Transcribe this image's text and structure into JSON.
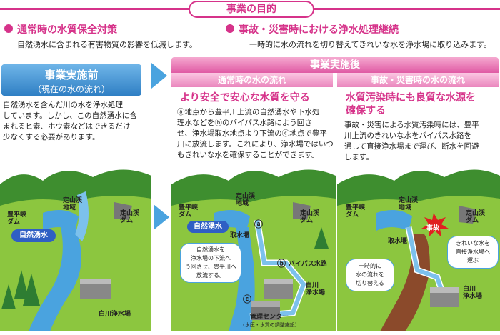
{
  "header": {
    "title": "事業の目的"
  },
  "left_purpose": {
    "heading": "通常時の水質保全対策",
    "desc": "自然湧水に含まれる有害物質の影響を低減します。"
  },
  "right_purpose": {
    "heading": "事故・災害時における浄水処理継続",
    "desc": "一時的に水の流れを切り替えてきれいな水を浄水場に取り込みます。"
  },
  "before": {
    "title": "事業実施前",
    "subtitle": "（現在の水の流れ）",
    "lines": [
      "自然湧水を含んだ川の水を浄水処理",
      "しています。しかし、この自然湧水に含",
      "まれるヒ素、ホウ素などはできるだけ",
      "少なくする必要があります。"
    ]
  },
  "after": {
    "title": "事業実施後",
    "normal": {
      "subtitle": "通常時の水の流れ",
      "heading": "より安全で安心な水質を守る",
      "lines": [
        "ⓐ地点から豊平川上流の自然湧水や下水処",
        "理水などをⓑのバイパス水路によう回さ",
        "せ、浄水場取水地点より下流のⓒ地点で豊平",
        "川に放流します。これにより、浄水場ではいつ",
        "もきれいな水を確保することができます。"
      ]
    },
    "disaster": {
      "subtitle": "事故・災害時の水の流れ",
      "heading_lines": [
        "水質汚染時にも良質な水源を",
        "確保する"
      ],
      "lines": [
        "事故・災害による水質汚染時には、豊平",
        "川上流のきれいな水をバイパス水路を",
        "通して直接浄水場まで運び、断水を回避",
        "します。"
      ]
    }
  },
  "map_labels": {
    "dam1": [
      "豊平峡",
      "ダム"
    ],
    "area1": [
      "定山渓",
      "地域"
    ],
    "dam2": [
      "定山渓",
      "ダム"
    ],
    "spring": "自然湧水",
    "plant": "白川浄水場",
    "intake": "取水堰",
    "mark_a": "ⓐ",
    "mark_b": "ⓑ",
    "mark_c": "ⓒ",
    "bypass": "バイパス水路",
    "plant_short": [
      "白川",
      "浄水場"
    ],
    "control": "管理センター",
    "control_sub": "(水圧・水質の調整施設)",
    "bubble_normal": [
      "自然湧水を",
      "浄水場の下流へ",
      "う回させ、豊平川へ",
      "放流する。"
    ],
    "accident": "事故",
    "bubble_switch": [
      "一時的に",
      "水の流れを",
      "切り替える"
    ],
    "bubble_clean": [
      "きれいな水を",
      "直接浄水場へ",
      "運ぶ"
    ]
  },
  "colors": {
    "accent_pink": "#d6338a",
    "river_blue": "#4aa3df",
    "grass_green": "#8cc63f",
    "forest_green": "#3e8e2f"
  }
}
